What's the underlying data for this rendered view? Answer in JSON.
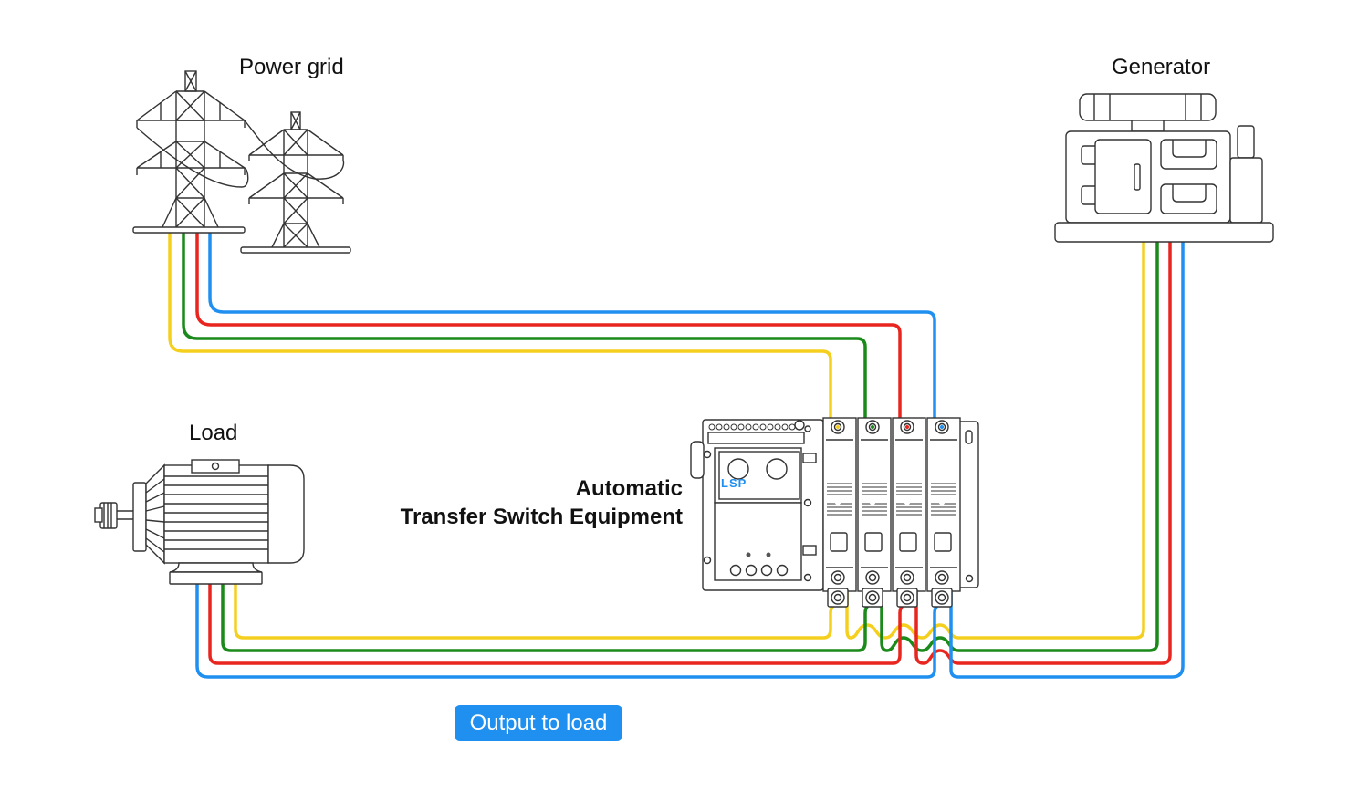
{
  "labels": {
    "power_grid": "Power grid",
    "generator": "Generator",
    "load": "Load",
    "ats_line1": "Automatic",
    "ats_line2": "Transfer Switch Equipment",
    "ats_brand": "LSP"
  },
  "buttons": {
    "output_to_load": "Output to load"
  },
  "colors": {
    "phase_l1": "#f5cf1e",
    "phase_l2": "#1a8a1a",
    "phase_l3": "#e8251f",
    "neutral": "#1f8ff0",
    "button_bg": "#1f8ff0",
    "brand": "#1f8ff0"
  },
  "wires": [
    "yellow",
    "green",
    "red",
    "blue"
  ]
}
